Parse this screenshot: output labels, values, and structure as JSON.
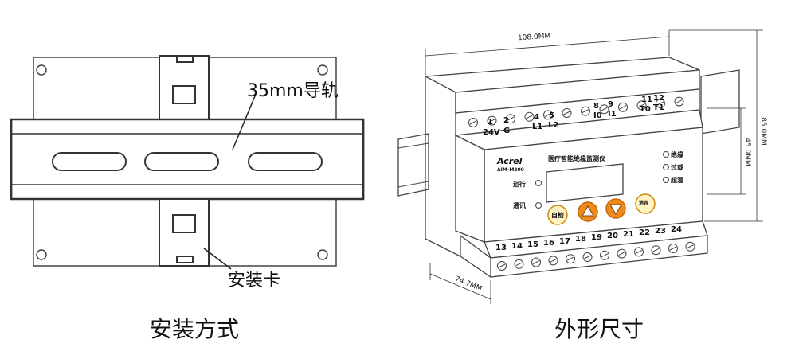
{
  "installation": {
    "rail_label": "35mm导轨",
    "clip_label": "安装卡",
    "caption": "安装方式"
  },
  "dimensions": {
    "caption": "外形尺寸",
    "width": "108.0MM",
    "height": "85.0MM",
    "inner_height": "45.0MM",
    "depth": "74.7MM",
    "top_terminals": [
      "1",
      "2",
      "4",
      "5",
      "8",
      "9",
      "11",
      "12"
    ],
    "top_terminal_labels": [
      "24V",
      "G",
      "L1",
      "L2",
      "I0",
      "I1",
      "T0",
      "T1"
    ],
    "bottom_terminals": [
      "13",
      "14",
      "15",
      "16",
      "17",
      "18",
      "19",
      "20",
      "21",
      "22",
      "23",
      "24"
    ],
    "brand": "Acrel",
    "model": "AIM-M200",
    "device_title": "医疗智能绝缘监测仪",
    "status_left": [
      "运行",
      "通讯"
    ],
    "status_right": [
      "绝缘",
      "过载",
      "超温"
    ],
    "btn_selfcheck": "自检",
    "btn_mute": "消音"
  }
}
